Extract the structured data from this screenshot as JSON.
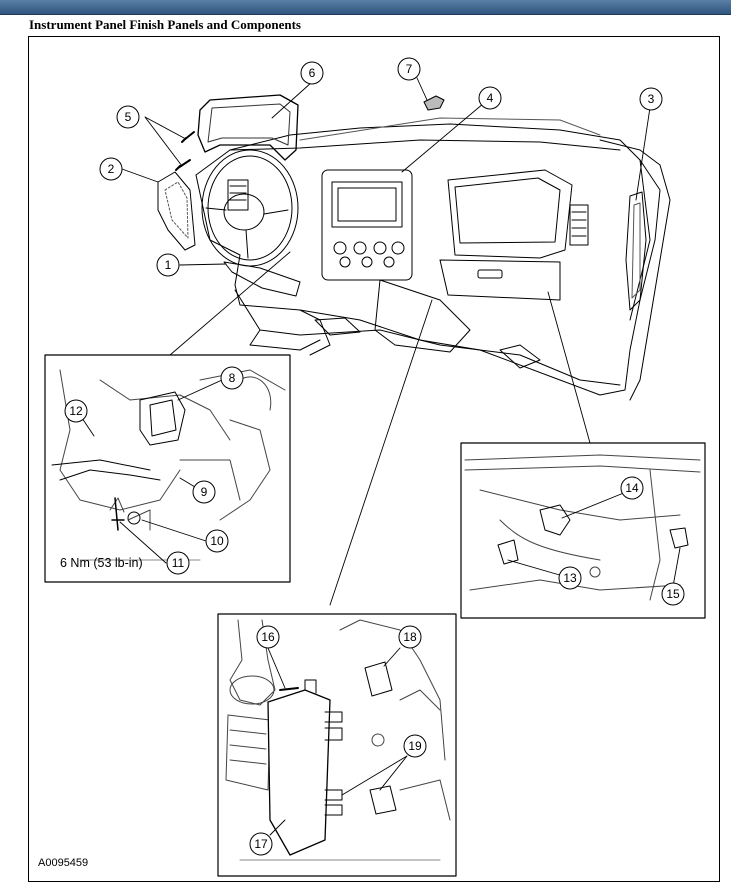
{
  "title": "Instrument Panel Finish Panels and Components",
  "reference": "A0095459",
  "torque_label": "6 Nm (53 lb-in)",
  "callouts": {
    "c1": "1",
    "c2": "2",
    "c3": "3",
    "c4": "4",
    "c5": "5",
    "c6": "6",
    "c7": "7",
    "c8": "8",
    "c9": "9",
    "c10": "10",
    "c11": "11",
    "c12": "12",
    "c13": "13",
    "c14": "14",
    "c15": "15",
    "c16": "16",
    "c17": "17",
    "c18": "18",
    "c19": "19"
  }
}
